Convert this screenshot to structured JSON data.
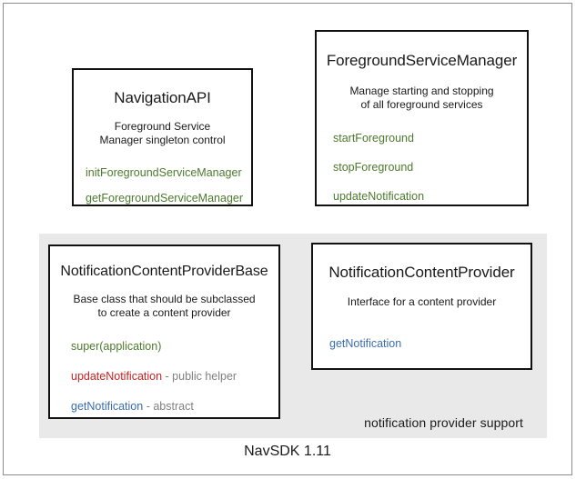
{
  "diagram": {
    "footer_label": "NavSDK 1.11",
    "panel": {
      "caption": "notification provider support",
      "background": "#e9e9e9"
    },
    "colors": {
      "green": "#4d7a2e",
      "red": "#cc2222",
      "blue": "#3a6db0",
      "note_gray": "#808080",
      "box_border": "#111111",
      "frame_border": "#8c8c8c"
    },
    "boxes": {
      "navigation_api": {
        "title": "NavigationAPI",
        "desc_line1": "Foreground Service",
        "desc_line2": "Manager singleton control",
        "methods": [
          {
            "name": "initForegroundServiceManager",
            "color": "green",
            "note": ""
          },
          {
            "name": "getForegroundServiceManager",
            "color": "green",
            "note": ""
          }
        ]
      },
      "foreground_service_manager": {
        "title": "ForegroundServiceManager",
        "desc_line1": "Manage starting and stopping",
        "desc_line2": "of all foreground services",
        "methods": [
          {
            "name": "startForeground",
            "color": "green",
            "note": ""
          },
          {
            "name": "stopForeground",
            "color": "green",
            "note": ""
          },
          {
            "name": "updateNotification",
            "color": "green",
            "note": ""
          }
        ]
      },
      "notification_content_provider_base": {
        "title": "NotificationContentProviderBase",
        "desc_line1": "Base class that should be subclassed",
        "desc_line2": "to create a content provider",
        "methods": [
          {
            "name": "super(application)",
            "color": "green",
            "note": ""
          },
          {
            "name": "updateNotification",
            "color": "red",
            "note": " - public helper"
          },
          {
            "name": "getNotification",
            "color": "blue",
            "note": " - abstract"
          }
        ]
      },
      "notification_content_provider": {
        "title": "NotificationContentProvider",
        "desc_line1": "Interface for a content provider",
        "desc_line2": "",
        "methods": [
          {
            "name": "getNotification",
            "color": "blue",
            "note": ""
          }
        ]
      }
    }
  }
}
